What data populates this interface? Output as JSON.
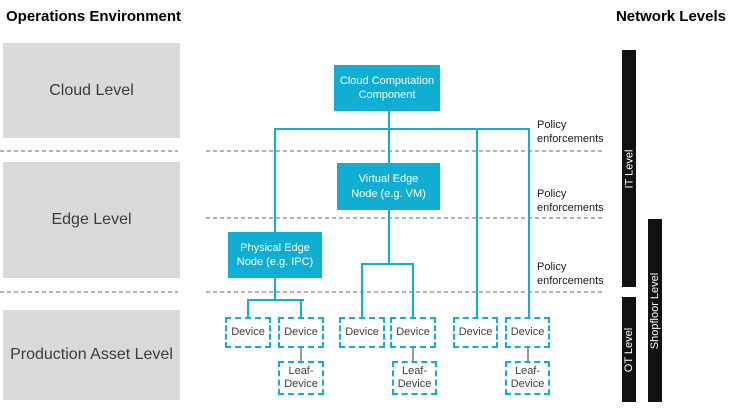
{
  "titles": {
    "left": "Operations Environment",
    "right": "Network Levels"
  },
  "operations_levels": [
    {
      "label": "Cloud Level"
    },
    {
      "label": "Edge Level"
    },
    {
      "label": "Production Asset Level"
    }
  ],
  "tree": {
    "cloud_node": {
      "line1": "Cloud Computation",
      "line2": "Component"
    },
    "virtual_edge_node": {
      "line1": "Virtual Edge",
      "line2": "Node (e.g. VM)"
    },
    "physical_edge_node": {
      "line1": "Physical Edge",
      "line2": "Node (e.g. IPC)"
    },
    "devices": [
      "Device",
      "Device",
      "Device",
      "Device",
      "Device",
      "Device"
    ],
    "leaf_devices": [
      {
        "line1": "Leaf-",
        "line2": "Device"
      },
      {
        "line1": "Leaf-",
        "line2": "Device"
      },
      {
        "line1": "Leaf-",
        "line2": "Device"
      }
    ]
  },
  "policy_labels": [
    {
      "line1": "Policy",
      "line2": "enforcements"
    },
    {
      "line1": "Policy",
      "line2": "enforcements"
    },
    {
      "line1": "Policy",
      "line2": "enforcements"
    }
  ],
  "network_levels": [
    {
      "label": "IT Level"
    },
    {
      "label": "OT Level"
    },
    {
      "label": "Shopfloor Level"
    }
  ],
  "colors": {
    "accent_cyan": "#10aed2",
    "level_box_gray": "#d9d9d9",
    "bar_black": "#121212",
    "dashed_line_gray": "#b3b3b3",
    "leaf_connector_gray": "#999999"
  }
}
